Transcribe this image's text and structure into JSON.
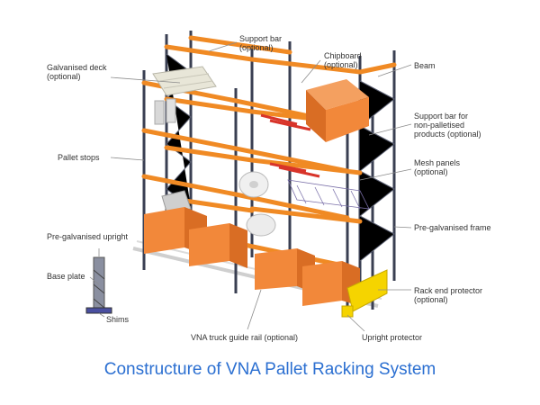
{
  "colors": {
    "upright": "#3a3f52",
    "beam": "#f08a24",
    "goods": "#f2883a",
    "goods_dark": "#d96d24",
    "leader": "#8c8c8c",
    "guide_rail": "#cfcfcf",
    "protector": "#f5d400",
    "caption": "#2b6fd1",
    "mesh": "#7a6fa8"
  },
  "labels": {
    "support_bar": {
      "line1": "Support bar",
      "line2": "(optional)"
    },
    "chipboard": {
      "line1": "Chipboard",
      "line2": "(optional)"
    },
    "beam": {
      "line1": "Beam"
    },
    "galvanised_deck": {
      "line1": "Galvanised deck",
      "line2": "(optional)"
    },
    "support_bar_nonpal": {
      "line1": "Support bar for",
      "line2": "non-palletised",
      "line3": "products (optional)"
    },
    "pallet_stops": {
      "line1": "Pallet stops"
    },
    "mesh_panels": {
      "line1": "Mesh panels",
      "line2": "(optional)"
    },
    "pre_galv_upright": {
      "line1": "Pre-galvanised upright"
    },
    "pre_galv_frame": {
      "line1": "Pre-galvanised frame"
    },
    "base_plate": {
      "line1": "Base plate"
    },
    "shims": {
      "line1": "Shims"
    },
    "rack_end_protector": {
      "line1": "Rack end protector",
      "line2": "(optional)"
    },
    "vna_guide_rail": {
      "line1": "VNA truck guide rail (optional)"
    },
    "upright_protector": {
      "line1": "Upright protector"
    }
  },
  "caption": "Constructure of VNA Pallet Racking System"
}
